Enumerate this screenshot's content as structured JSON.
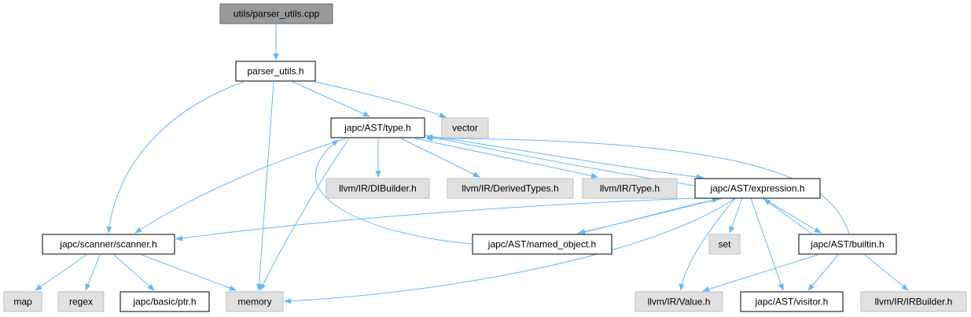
{
  "diagram": {
    "colors": {
      "edge": "#63b8ff",
      "root_fill": "#999999",
      "root_stroke": "#666666",
      "file_fill": "#ffffff",
      "file_stroke": "#000000",
      "external_fill": "#e0e0e0",
      "external_stroke": "#bfbfbf"
    },
    "nodes": [
      {
        "id": "parser_utils_cpp",
        "label": "utils/parser_utils.cpp",
        "kind": "root"
      },
      {
        "id": "parser_utils_h",
        "label": "parser_utils.h",
        "kind": "file"
      },
      {
        "id": "type_h",
        "label": "japc/AST/type.h",
        "kind": "file"
      },
      {
        "id": "vector",
        "label": "vector",
        "kind": "external"
      },
      {
        "id": "dibuilder",
        "label": "llvm/IR/DIBuilder.h",
        "kind": "external"
      },
      {
        "id": "derivedtypes",
        "label": "llvm/IR/DerivedTypes.h",
        "kind": "external"
      },
      {
        "id": "llvm_type",
        "label": "llvm/IR/Type.h",
        "kind": "external"
      },
      {
        "id": "expression_h",
        "label": "japc/AST/expression.h",
        "kind": "file"
      },
      {
        "id": "scanner_h",
        "label": "japc/scanner/scanner.h",
        "kind": "file"
      },
      {
        "id": "named_object_h",
        "label": "japc/AST/named_object.h",
        "kind": "file"
      },
      {
        "id": "set",
        "label": "set",
        "kind": "external"
      },
      {
        "id": "builtin_h",
        "label": "japc/AST/builtin.h",
        "kind": "file"
      },
      {
        "id": "map",
        "label": "map",
        "kind": "external"
      },
      {
        "id": "regex",
        "label": "regex",
        "kind": "external"
      },
      {
        "id": "ptr_h",
        "label": "japc/basic/ptr.h",
        "kind": "file"
      },
      {
        "id": "memory",
        "label": "memory",
        "kind": "external"
      },
      {
        "id": "value_h",
        "label": "llvm/IR/Value.h",
        "kind": "external"
      },
      {
        "id": "visitor_h",
        "label": "japc/AST/visitor.h",
        "kind": "file"
      },
      {
        "id": "irbuilder",
        "label": "llvm/IR/IRBuilder.h",
        "kind": "external"
      }
    ],
    "edges": [
      {
        "from": "parser_utils_cpp",
        "to": "parser_utils_h"
      },
      {
        "from": "parser_utils_h",
        "to": "type_h"
      },
      {
        "from": "parser_utils_h",
        "to": "vector"
      },
      {
        "from": "parser_utils_h",
        "to": "scanner_h"
      },
      {
        "from": "parser_utils_h",
        "to": "memory"
      },
      {
        "from": "type_h",
        "to": "dibuilder"
      },
      {
        "from": "type_h",
        "to": "derivedtypes"
      },
      {
        "from": "type_h",
        "to": "llvm_type"
      },
      {
        "from": "type_h",
        "to": "expression_h"
      },
      {
        "from": "type_h",
        "to": "scanner_h"
      },
      {
        "from": "type_h",
        "to": "memory"
      },
      {
        "from": "expression_h",
        "to": "type_h"
      },
      {
        "from": "expression_h",
        "to": "scanner_h"
      },
      {
        "from": "expression_h",
        "to": "named_object_h"
      },
      {
        "from": "expression_h",
        "to": "set"
      },
      {
        "from": "expression_h",
        "to": "builtin_h"
      },
      {
        "from": "expression_h",
        "to": "memory"
      },
      {
        "from": "expression_h",
        "to": "value_h"
      },
      {
        "from": "expression_h",
        "to": "visitor_h"
      },
      {
        "from": "named_object_h",
        "to": "type_h"
      },
      {
        "from": "named_object_h",
        "to": "expression_h"
      },
      {
        "from": "builtin_h",
        "to": "type_h"
      },
      {
        "from": "builtin_h",
        "to": "expression_h"
      },
      {
        "from": "builtin_h",
        "to": "value_h"
      },
      {
        "from": "builtin_h",
        "to": "visitor_h"
      },
      {
        "from": "builtin_h",
        "to": "irbuilder"
      },
      {
        "from": "scanner_h",
        "to": "map"
      },
      {
        "from": "scanner_h",
        "to": "regex"
      },
      {
        "from": "scanner_h",
        "to": "ptr_h"
      },
      {
        "from": "scanner_h",
        "to": "memory"
      }
    ]
  }
}
